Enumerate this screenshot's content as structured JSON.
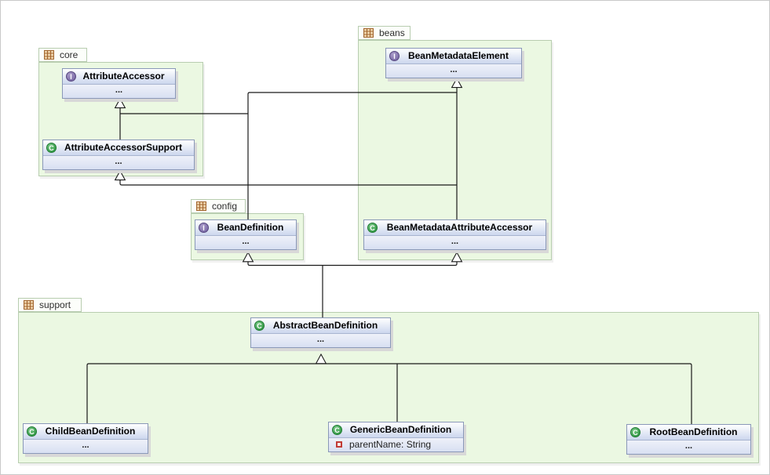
{
  "diagram_type": "uml_class_diagram",
  "packages": [
    {
      "name": "core"
    },
    {
      "name": "beans"
    },
    {
      "name": "config"
    },
    {
      "name": "support"
    }
  ],
  "classes": [
    {
      "name": "AttributeAccessor",
      "kind": "interface",
      "icon_letter": "I",
      "body": "..."
    },
    {
      "name": "AttributeAccessorSupport",
      "kind": "class",
      "icon_letter": "C",
      "body": "..."
    },
    {
      "name": "BeanMetadataElement",
      "kind": "interface",
      "icon_letter": "I",
      "body": "..."
    },
    {
      "name": "BeanDefinition",
      "kind": "interface",
      "icon_letter": "I",
      "body": "..."
    },
    {
      "name": "BeanMetadataAttributeAccessor",
      "kind": "class",
      "icon_letter": "C",
      "body": "..."
    },
    {
      "name": "AbstractBeanDefinition",
      "kind": "class",
      "icon_letter": "C",
      "body": "..."
    },
    {
      "name": "ChildBeanDefinition",
      "kind": "class",
      "icon_letter": "C",
      "body": "..."
    },
    {
      "name": "GenericBeanDefinition",
      "kind": "class",
      "icon_letter": "C",
      "attribute": "parentName: String"
    },
    {
      "name": "RootBeanDefinition",
      "kind": "class",
      "icon_letter": "C",
      "body": "..."
    }
  ],
  "relations": [
    {
      "from": "AttributeAccessorSupport",
      "to": "AttributeAccessor",
      "type": "generalization"
    },
    {
      "from": "BeanDefinition",
      "to": "AttributeAccessor",
      "type": "generalization"
    },
    {
      "from": "BeanDefinition",
      "to": "BeanMetadataElement",
      "type": "generalization"
    },
    {
      "from": "BeanMetadataAttributeAccessor",
      "to": "BeanMetadataElement",
      "type": "generalization"
    },
    {
      "from": "BeanMetadataAttributeAccessor",
      "to": "AttributeAccessorSupport",
      "type": "generalization"
    },
    {
      "from": "AbstractBeanDefinition",
      "to": "BeanDefinition",
      "type": "generalization"
    },
    {
      "from": "AbstractBeanDefinition",
      "to": "BeanMetadataAttributeAccessor",
      "type": "generalization"
    },
    {
      "from": "ChildBeanDefinition",
      "to": "AbstractBeanDefinition",
      "type": "generalization"
    },
    {
      "from": "GenericBeanDefinition",
      "to": "AbstractBeanDefinition",
      "type": "generalization"
    },
    {
      "from": "RootBeanDefinition",
      "to": "AbstractBeanDefinition",
      "type": "generalization"
    }
  ],
  "colors": {
    "package_fill": "#ebf8e2",
    "package_border": "#b8cdb0",
    "tab_fill": "#fcfefa",
    "class_border": "#8a98b8",
    "class_title_top": "#ffffff",
    "class_title_bottom": "#ccd7ee",
    "class_body_top": "#eef1f9",
    "class_body_bottom": "#d8e0f2",
    "interface_icon_color": "#7f6faa",
    "class_icon_color": "#3a9e4c",
    "package_icon_color": "#a2652d",
    "private_field_icon_color": "#c13b35",
    "connector_color": "#1a1a1a",
    "shadow_color": "#d8d8d8"
  }
}
